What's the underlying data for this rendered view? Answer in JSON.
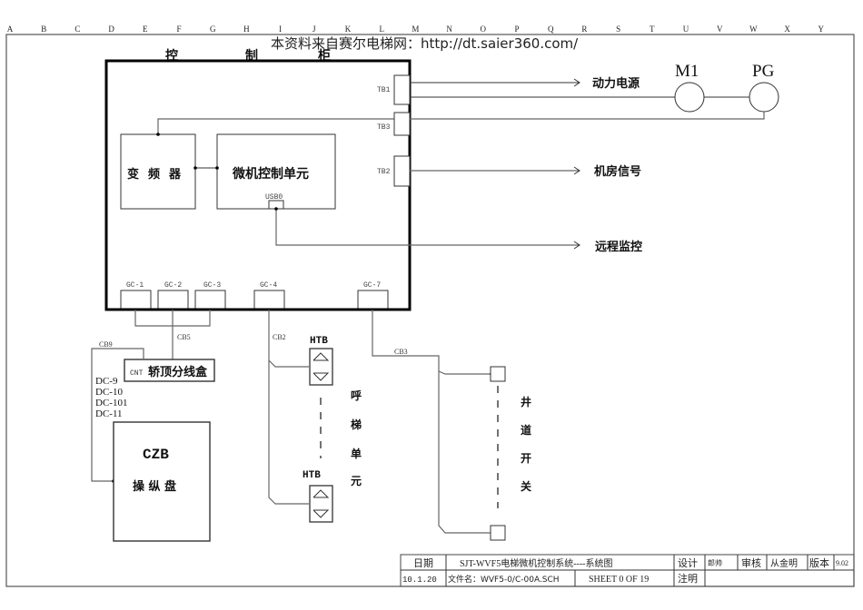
{
  "grid": {
    "columns": [
      "A",
      "B",
      "C",
      "D",
      "E",
      "F",
      "G",
      "H",
      "I",
      "J",
      "K",
      "L",
      "M",
      "N",
      "O",
      "P",
      "Q",
      "R",
      "S",
      "T",
      "U",
      "V",
      "W",
      "X",
      "Y"
    ]
  },
  "watermark": "本资料来自赛尔电梯网：http://dt.saier360.com/",
  "cabinet": {
    "title_chars": [
      "控",
      "制",
      "柜"
    ],
    "inverter": [
      "变",
      "频",
      "器"
    ],
    "mcu": "微机控制单元",
    "usb": "USB0",
    "terminals": [
      "TB1",
      "TB3",
      "TB2"
    ],
    "gc_ports": [
      "GC-1",
      "GC-2",
      "GC-3",
      "GC-4",
      "GC-7"
    ]
  },
  "outputs": {
    "power": "动力电源",
    "machine_room": "机房信号",
    "remote": "远程监控",
    "motor": "M1",
    "encoder": "PG"
  },
  "cables": {
    "cb5": "CB5",
    "cb9": "CB9",
    "cb2": "CB2",
    "cb3": "CB3"
  },
  "car_top_box": {
    "prefix": "CNT",
    "label": "轿顶分线盒"
  },
  "dc_lines": [
    "DC-9",
    "DC-10",
    "DC-101",
    "DC-11"
  ],
  "czb": {
    "title": "CZB",
    "label": "操 纵 盘"
  },
  "hall_call": {
    "top_label": "HTB",
    "bottom_label": "HTB",
    "unit_chars": [
      "呼",
      "梯",
      "单",
      "元"
    ]
  },
  "shaft_switch": {
    "chars": [
      "井",
      "道",
      "开",
      "关"
    ]
  },
  "title_block": {
    "date_label": "日期",
    "title": "SJT-WVF5电梯微机控制系统----系统图",
    "design_label": "设计",
    "designer": "郎帅",
    "review_label": "审核",
    "reviewer": "从金明",
    "version_label": "版本",
    "version": "9.02",
    "date": "10.1.20",
    "filename": "文件名：WVF5-0/C-00A.SCH",
    "sheet": "SHEET 0 OF 19",
    "note_label": "注明",
    "note": ""
  }
}
